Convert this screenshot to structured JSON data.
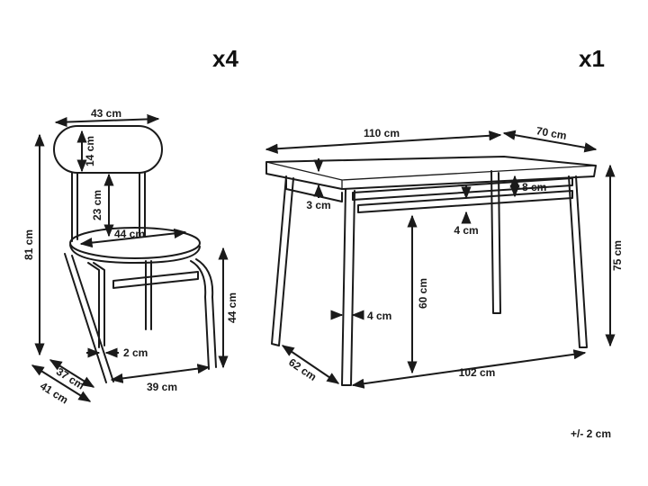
{
  "colors": {
    "ink": "#1a1a1a",
    "background": "#ffffff"
  },
  "quantities": {
    "chair": "x4",
    "table": "x1"
  },
  "chair": {
    "back_width": "43 cm",
    "back_height": "14 cm",
    "back_gap": "23 cm",
    "total_height": "81 cm",
    "seat_diameter": "44 cm",
    "seat_height": "44 cm",
    "leg_thickness": "2 cm",
    "base_depth": "37 cm",
    "total_depth": "41 cm",
    "base_width": "39 cm"
  },
  "table": {
    "length": "110 cm",
    "width": "70 cm",
    "top_thickness": "3 cm",
    "apron_height": "8 cm",
    "stretcher_height": "4 cm",
    "total_height": "75 cm",
    "clearance_height": "60 cm",
    "leg_width": "4 cm",
    "leg_depth_span": "62 cm",
    "leg_length_span": "102 cm"
  },
  "tolerance": "+/- 2 cm"
}
